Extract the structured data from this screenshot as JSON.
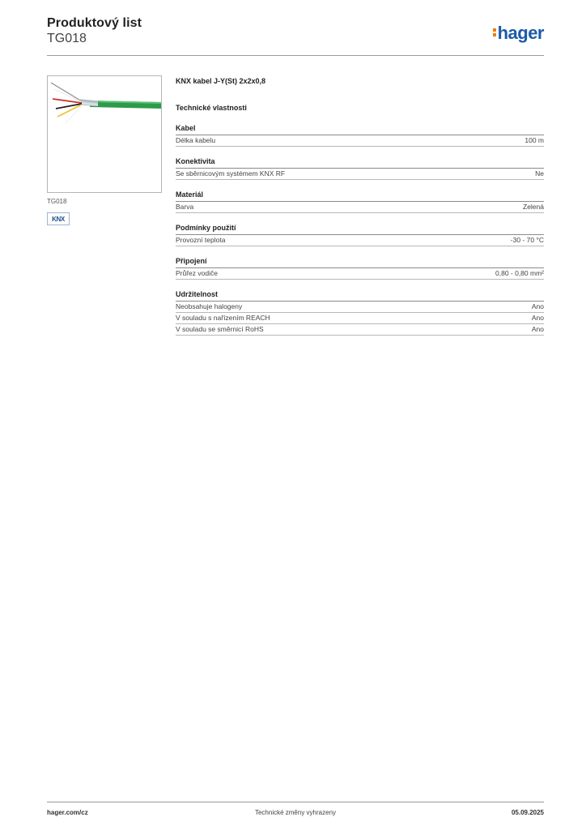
{
  "header": {
    "title": "Produktový list",
    "subtitle": "TG018",
    "logo_text": "hager"
  },
  "sidebar": {
    "product_ref": "TG018",
    "badge_text": "KNX"
  },
  "product": {
    "name": "KNX kabel J-Y(St) 2x2x0,8",
    "section_title": "Technické vlastnosti",
    "groups": [
      {
        "title": "Kabel",
        "rows": [
          {
            "label": "Délka kabelu",
            "value": "100 m"
          }
        ]
      },
      {
        "title": "Konektivita",
        "rows": [
          {
            "label": "Se sběrnicovým systémem KNX RF",
            "value": "Ne"
          }
        ]
      },
      {
        "title": "Materiál",
        "rows": [
          {
            "label": "Barva",
            "value": "Zelená"
          }
        ]
      },
      {
        "title": "Podmínky použití",
        "rows": [
          {
            "label": "Provozní teplota",
            "value": "-30 - 70 °C"
          }
        ]
      },
      {
        "title": "Připojení",
        "rows": [
          {
            "label": "Průřez vodiče",
            "value": "0,80 - 0,80 mm²"
          }
        ]
      },
      {
        "title": "Udržitelnost",
        "rows": [
          {
            "label": "Neobsahuje halogeny",
            "value": "Ano"
          },
          {
            "label": "V souladu s nařízením REACH",
            "value": "Ano"
          },
          {
            "label": "V souladu se směrnicí RoHS",
            "value": "Ano"
          }
        ]
      }
    ]
  },
  "footer": {
    "website": "hager.com/cz",
    "note": "Technické změny vyhrazeny",
    "date": "05.09.2025"
  },
  "colors": {
    "brand_blue": "#1b5aa6",
    "brand_orange": "#f07d00",
    "cable_green": "#2e9a4a"
  }
}
